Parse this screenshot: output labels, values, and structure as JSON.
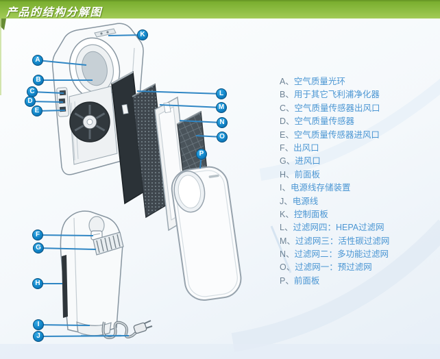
{
  "title": "产品的结构分解图",
  "legend": {
    "separator": "、",
    "items": [
      {
        "letter": "A",
        "name": "空气质量光环"
      },
      {
        "letter": "B",
        "name": "用于其它飞利浦净化器"
      },
      {
        "letter": "C",
        "name": "空气质量传感器出风口"
      },
      {
        "letter": "D",
        "name": "空气质量传感器"
      },
      {
        "letter": "E",
        "name": "空气质量传感器进风口"
      },
      {
        "letter": "F",
        "name": "出风口"
      },
      {
        "letter": "G",
        "name": "进风口"
      },
      {
        "letter": "H",
        "name": "前面板"
      },
      {
        "letter": "I",
        "name": "电源线存储装置"
      },
      {
        "letter": "J",
        "name": "电源线"
      },
      {
        "letter": "K",
        "name": "控制面板"
      },
      {
        "letter": "L",
        "name": "过滤网四：HEPA过滤网"
      },
      {
        "letter": "M",
        "name": "过滤网三：活性碳过滤网"
      },
      {
        "letter": "N",
        "name": "过滤网二：多功能过滤网"
      },
      {
        "letter": "O",
        "name": "过滤网一：预过滤网"
      },
      {
        "letter": "P",
        "name": "前面板"
      }
    ]
  },
  "diagram": {
    "callouts": [
      {
        "letter": "A"
      },
      {
        "letter": "B"
      },
      {
        "letter": "C"
      },
      {
        "letter": "D"
      },
      {
        "letter": "E"
      },
      {
        "letter": "F"
      },
      {
        "letter": "G"
      },
      {
        "letter": "H"
      },
      {
        "letter": "I"
      },
      {
        "letter": "J"
      },
      {
        "letter": "K"
      },
      {
        "letter": "L"
      },
      {
        "letter": "M"
      },
      {
        "letter": "N"
      },
      {
        "letter": "O"
      },
      {
        "letter": "P"
      }
    ]
  },
  "colors": {
    "banner_green": "#8fbe44",
    "callout_blue": "#1286c9",
    "leader_blue": "#2f86c4",
    "legend_blue": "#4b96d3"
  }
}
